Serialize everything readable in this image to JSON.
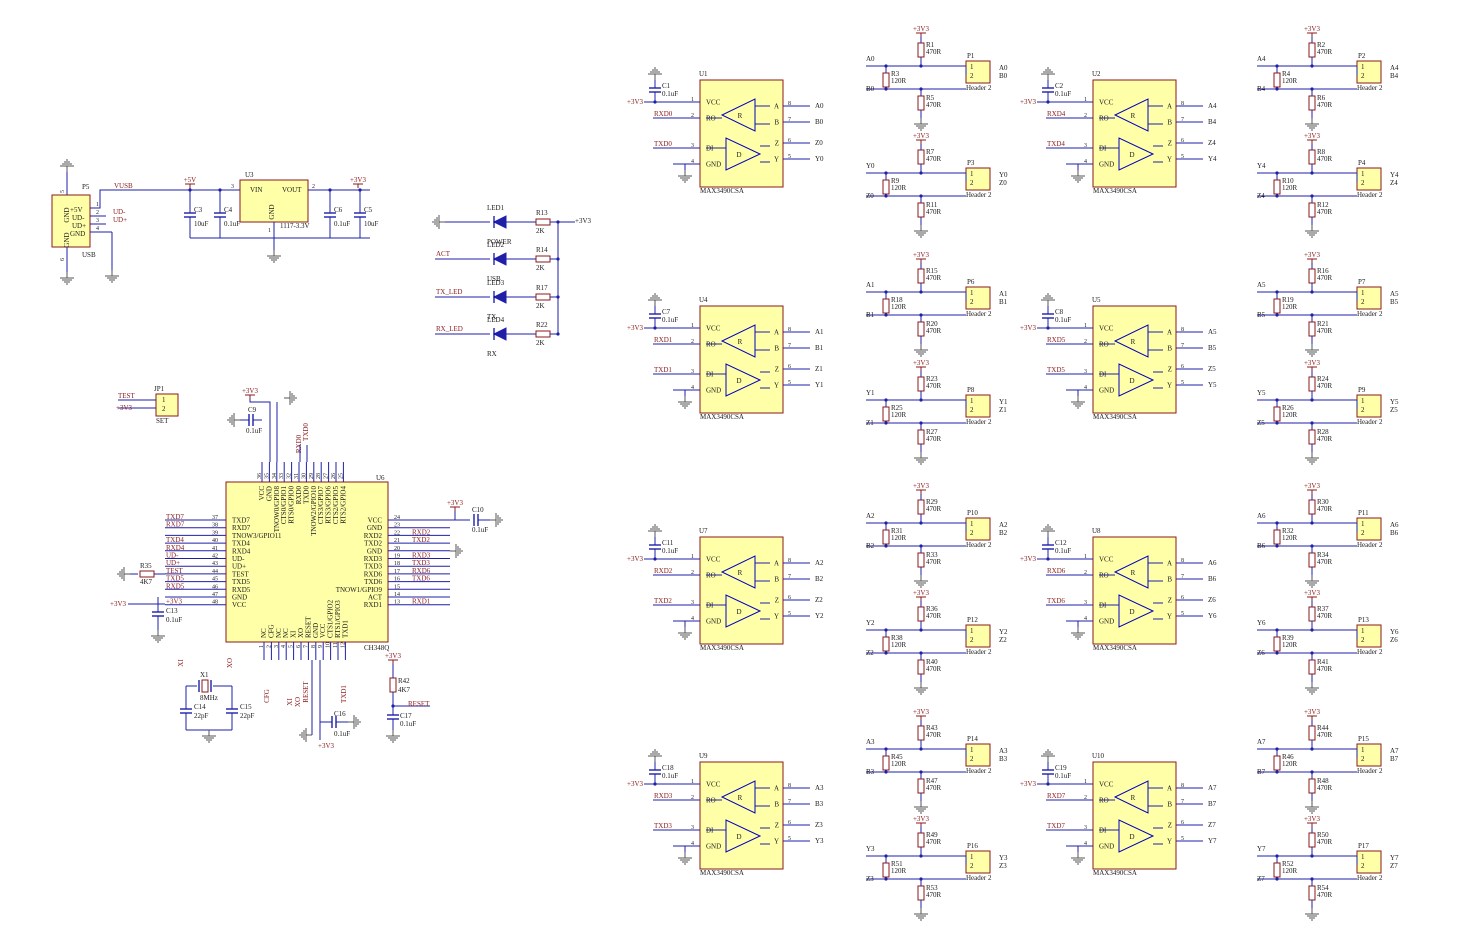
{
  "usb": {
    "ref": "P5",
    "name": "USB",
    "pins": [
      "+5V",
      "UD-",
      "UD+",
      "GND"
    ],
    "side": [
      "GND",
      "GND"
    ],
    "pinnums": [
      "1",
      "2",
      "3",
      "4",
      "5",
      "6"
    ],
    "net": "VUSB",
    "netd": [
      "UD-",
      "UD+"
    ]
  },
  "ldo": {
    "ref": "U3",
    "part": "1117-3.3V",
    "vin": "VIN",
    "vout": "VOUT",
    "gnd": "GND",
    "p1": "3",
    "p2": "2",
    "p3": "1",
    "in_net": "+5V",
    "out_net": "+3V3",
    "caps": [
      {
        "ref": "C3",
        "val": "10uF"
      },
      {
        "ref": "C4",
        "val": "0.1uF"
      },
      {
        "ref": "C6",
        "val": "0.1uF"
      },
      {
        "ref": "C5",
        "val": "10uF"
      }
    ]
  },
  "leds": {
    "net": "+3V3",
    "items": [
      {
        "led": "LED1",
        "lbl": "POWER",
        "r": "R13",
        "rv": "2K",
        "net": ""
      },
      {
        "led": "LED2",
        "lbl": "USB",
        "r": "R14",
        "rv": "2K",
        "net": "ACT"
      },
      {
        "led": "LED3",
        "lbl": "TX",
        "r": "R17",
        "rv": "2K",
        "net": "TX_LED"
      },
      {
        "led": "LED4",
        "lbl": "RX",
        "r": "R22",
        "rv": "2K",
        "net": "RX_LED"
      }
    ]
  },
  "jp": {
    "ref": "JP1",
    "name": "SET",
    "nets": [
      "TEST",
      "+3V3"
    ],
    "pins": [
      "1",
      "2"
    ]
  },
  "ch": {
    "ref": "U6",
    "part": "CH348Q",
    "left": [
      [
        "TXD7",
        "37",
        "TXD7"
      ],
      [
        "RXD7",
        "38",
        "RXD7"
      ],
      [
        "TNOW3/GPIO11",
        "39",
        ""
      ],
      [
        "TXD4",
        "40",
        "TXD4"
      ],
      [
        "RXD4",
        "41",
        "RXD4"
      ],
      [
        "UD-",
        "42",
        "UD-"
      ],
      [
        "UD+",
        "43",
        "UD+"
      ],
      [
        "TEST",
        "44",
        "TEST"
      ],
      [
        "TXD5",
        "45",
        "TXD5"
      ],
      [
        "RXD5",
        "46",
        "RXD5"
      ],
      [
        "GND",
        "47",
        ""
      ],
      [
        "VCC",
        "48",
        "+3V3"
      ]
    ],
    "right": [
      [
        "VCC",
        "24",
        "+3V3"
      ],
      [
        "GND",
        "23",
        ""
      ],
      [
        "RXD2",
        "22",
        "RXD2"
      ],
      [
        "TXD2",
        "21",
        "TXD2"
      ],
      [
        "GND",
        "20",
        ""
      ],
      [
        "RXD3",
        "19",
        "RXD3"
      ],
      [
        "TXD3",
        "18",
        "TXD3"
      ],
      [
        "RXD6",
        "17",
        "RXD6"
      ],
      [
        "TXD6",
        "16",
        "TXD6"
      ],
      [
        "TNOW1/GPIO9",
        "15",
        ""
      ],
      [
        "ACT",
        "14",
        ""
      ],
      [
        "RXD1",
        "13",
        "RXD1"
      ]
    ],
    "top": [
      [
        "VCC",
        "36"
      ],
      [
        "GND",
        "35"
      ],
      [
        "TNOW0/GPIO8",
        "34"
      ],
      [
        "CTS0/GPIO1",
        "33"
      ],
      [
        "RTS0/GPIO0",
        "32"
      ],
      [
        "RXD0",
        "31"
      ],
      [
        "TXD0",
        "30"
      ],
      [
        "TNOW2/GPIO10",
        "29"
      ],
      [
        "CTS3/GPIO7",
        "28"
      ],
      [
        "RTS3/GPIO6",
        "27"
      ],
      [
        "CTS2/GPIO5",
        "26"
      ],
      [
        "RTS2/GPIO4",
        "25"
      ]
    ],
    "bottom": [
      [
        "NC",
        "1"
      ],
      [
        "CFG",
        "2"
      ],
      [
        "NC",
        "3"
      ],
      [
        "NC",
        "4"
      ],
      [
        "XI",
        "5"
      ],
      [
        "XO",
        "6"
      ],
      [
        "RESET",
        "7"
      ],
      [
        "GND",
        "8"
      ],
      [
        "VCC",
        "9"
      ],
      [
        "CTS1/GPIO2",
        "10"
      ],
      [
        "RTS1/GPIO3",
        "11"
      ],
      [
        "TXD1",
        "12"
      ]
    ],
    "topnets": [
      "RXD0",
      "TXD0"
    ],
    "botnets": [
      "CFG",
      "XI",
      "XO",
      "RESET",
      "TXD1"
    ],
    "misc": {
      "c9": "C9",
      "c9v": "0.1uF",
      "c10": "C10",
      "c10v": "0.1uF",
      "c13": "C13",
      "c13v": "0.1uF",
      "c16": "C16",
      "c16v": "0.1uF",
      "c17": "C17",
      "c17v": "0.1uF",
      "r35": "R35",
      "r35v": "4K7",
      "r42": "R42",
      "r42v": "4K7",
      "x1": "X1",
      "x1v": "8MHz",
      "c14": "C14",
      "c14v": "22pF",
      "c15": "C15",
      "c15v": "22pF",
      "v33": "+3V3",
      "reset": "RESET",
      "xi": "XI",
      "xo": "XO",
      "cfg": "CFG",
      "test": "TEST"
    }
  },
  "xcvr_pins": {
    "vcc": "VCC",
    "ro": "RO",
    "di": "DI",
    "gnd": "GND",
    "a": "A",
    "b": "B",
    "z": "Z",
    "y": "Y",
    "r": "R",
    "d": "D",
    "part": "MAX3490CSA",
    "n1": "1",
    "n2": "2",
    "n3": "3",
    "n4": "4",
    "n5": "5",
    "n6": "6",
    "n7": "7",
    "n8": "8",
    "v33": "+3V3"
  },
  "channels": [
    {
      "u": "U1",
      "c": "C1",
      "cv": "0.1uF",
      "rxd": "RXD0",
      "txd": "TXD0",
      "A": "A0",
      "B": "B0",
      "Z": "Z0",
      "Y": "Y0",
      "ab": {
        "ra": "R1",
        "rb": "R5",
        "rt": "R3",
        "p": "P1"
      },
      "zy": {
        "ra": "R7",
        "rb": "R11",
        "rt": "R9",
        "p": "P3"
      }
    },
    {
      "u": "U2",
      "c": "C2",
      "cv": "0.1uF",
      "rxd": "RXD4",
      "txd": "TXD4",
      "A": "A4",
      "B": "B4",
      "Z": "Z4",
      "Y": "Y4",
      "ab": {
        "ra": "R2",
        "rb": "R6",
        "rt": "R4",
        "p": "P2"
      },
      "zy": {
        "ra": "R8",
        "rb": "R12",
        "rt": "R10",
        "p": "P4"
      }
    },
    {
      "u": "U4",
      "c": "C7",
      "cv": "0.1uF",
      "rxd": "RXD1",
      "txd": "TXD1",
      "A": "A1",
      "B": "B1",
      "Z": "Z1",
      "Y": "Y1",
      "ab": {
        "ra": "R15",
        "rb": "R20",
        "rt": "R18",
        "p": "P6"
      },
      "zy": {
        "ra": "R23",
        "rb": "R27",
        "rt": "R25",
        "p": "P8"
      }
    },
    {
      "u": "U5",
      "c": "C8",
      "cv": "0.1uF",
      "rxd": "RXD5",
      "txd": "TXD5",
      "A": "A5",
      "B": "B5",
      "Z": "Z5",
      "Y": "Y5",
      "ab": {
        "ra": "R16",
        "rb": "R21",
        "rt": "R19",
        "p": "P7"
      },
      "zy": {
        "ra": "R24",
        "rb": "R28",
        "rt": "R26",
        "p": "P9"
      }
    },
    {
      "u": "U7",
      "c": "C11",
      "cv": "0.1uF",
      "rxd": "RXD2",
      "txd": "TXD2",
      "A": "A2",
      "B": "B2",
      "Z": "Z2",
      "Y": "Y2",
      "ab": {
        "ra": "R29",
        "rb": "R33",
        "rt": "R31",
        "p": "P10"
      },
      "zy": {
        "ra": "R36",
        "rb": "R40",
        "rt": "R38",
        "p": "P12"
      }
    },
    {
      "u": "U8",
      "c": "C12",
      "cv": "0.1uF",
      "rxd": "RXD6",
      "txd": "TXD6",
      "A": "A6",
      "B": "B6",
      "Z": "Z6",
      "Y": "Y6",
      "ab": {
        "ra": "R30",
        "rb": "R34",
        "rt": "R32",
        "p": "P11"
      },
      "zy": {
        "ra": "R37",
        "rb": "R41",
        "rt": "R39",
        "p": "P13"
      }
    },
    {
      "u": "U9",
      "c": "C18",
      "cv": "0.1uF",
      "rxd": "RXD3",
      "txd": "TXD3",
      "A": "A3",
      "B": "B3",
      "Z": "Z3",
      "Y": "Y3",
      "ab": {
        "ra": "R43",
        "rb": "R47",
        "rt": "R45",
        "p": "P14"
      },
      "zy": {
        "ra": "R49",
        "rb": "R53",
        "rt": "R51",
        "p": "P16"
      }
    },
    {
      "u": "U10",
      "c": "C19",
      "cv": "0.1uF",
      "rxd": "RXD7",
      "txd": "TXD7",
      "A": "A7",
      "B": "B7",
      "Z": "Z7",
      "Y": "Y7",
      "ab": {
        "ra": "R44",
        "rb": "R48",
        "rt": "R46",
        "p": "P15"
      },
      "zy": {
        "ra": "R50",
        "rb": "R54",
        "rt": "R52",
        "p": "P17"
      }
    }
  ],
  "bias": {
    "rpull": "470R",
    "rterm": "120R",
    "hdr": "Header 2",
    "p1": "1",
    "p2": "2",
    "v33": "+3V3"
  }
}
